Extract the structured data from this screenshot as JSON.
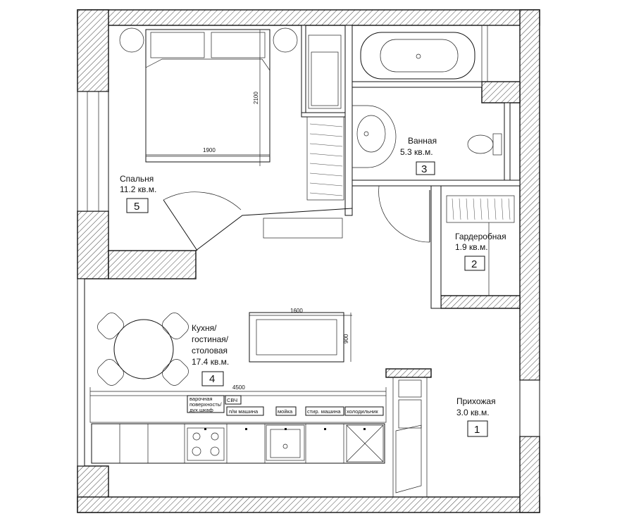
{
  "rooms": [
    {
      "id": "bedroom",
      "name": "Спальня",
      "area": "11.2 кв.м.",
      "number": "5"
    },
    {
      "id": "bathroom",
      "name": "Ванная",
      "area": "5.3 кв.м.",
      "number": "3"
    },
    {
      "id": "wardrobe",
      "name": "Гардеробная",
      "area": "1.9 кв.м.",
      "number": "2"
    },
    {
      "id": "living",
      "name_lines": [
        "Кухня/",
        "гостиная/",
        "столовая"
      ],
      "area": "17.4 кв.м.",
      "number": "4"
    },
    {
      "id": "hall",
      "name": "Прихожая",
      "area": "3.0 кв.м.",
      "number": "1"
    }
  ],
  "dimensions": {
    "bed_width": "1900",
    "bed_length": "2100",
    "sofa_width": "1600",
    "sofa_depth": "900",
    "kitchen_length": "4500"
  },
  "appliances": {
    "hob_oven": [
      "варочная",
      "поверхность/",
      "дух.шкаф"
    ],
    "microwave": "СВЧ",
    "dishwasher": "п/м машина",
    "sink": "мойка",
    "washing_machine": "стир. машина",
    "fridge": "холодильник"
  }
}
